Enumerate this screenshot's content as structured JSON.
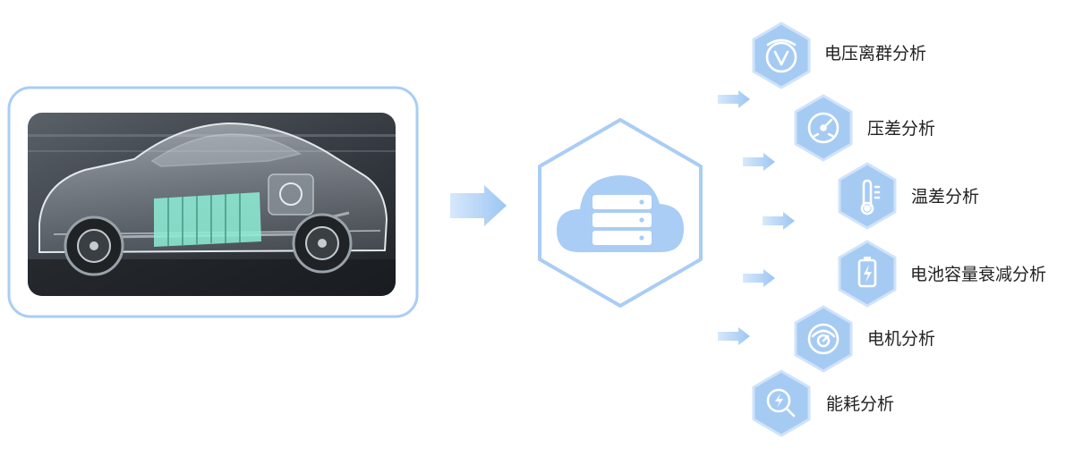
{
  "colors": {
    "frame": "#a9cdf5",
    "hex_fill": "#a6cbf3",
    "hex_ring": "#dcebfb",
    "hex_outline": "#86b5ee",
    "cloud": "#a9cdf5",
    "arrow": "#bcd8f7",
    "text": "#222222"
  },
  "source": {
    "image": "transparent-car-battery-pack-photo"
  },
  "hub": {
    "icon": "cloud-server-icon"
  },
  "analyses": [
    {
      "label": "电压离群分析",
      "icon": "voltage-v-icon"
    },
    {
      "label": "压差分析",
      "icon": "gauge-icon"
    },
    {
      "label": "温差分析",
      "icon": "thermometer-icon"
    },
    {
      "label": "电池容量衰减分析",
      "icon": "battery-charge-icon"
    },
    {
      "label": "电机分析",
      "icon": "motor-icon"
    },
    {
      "label": "能耗分析",
      "icon": "energy-search-icon"
    }
  ]
}
